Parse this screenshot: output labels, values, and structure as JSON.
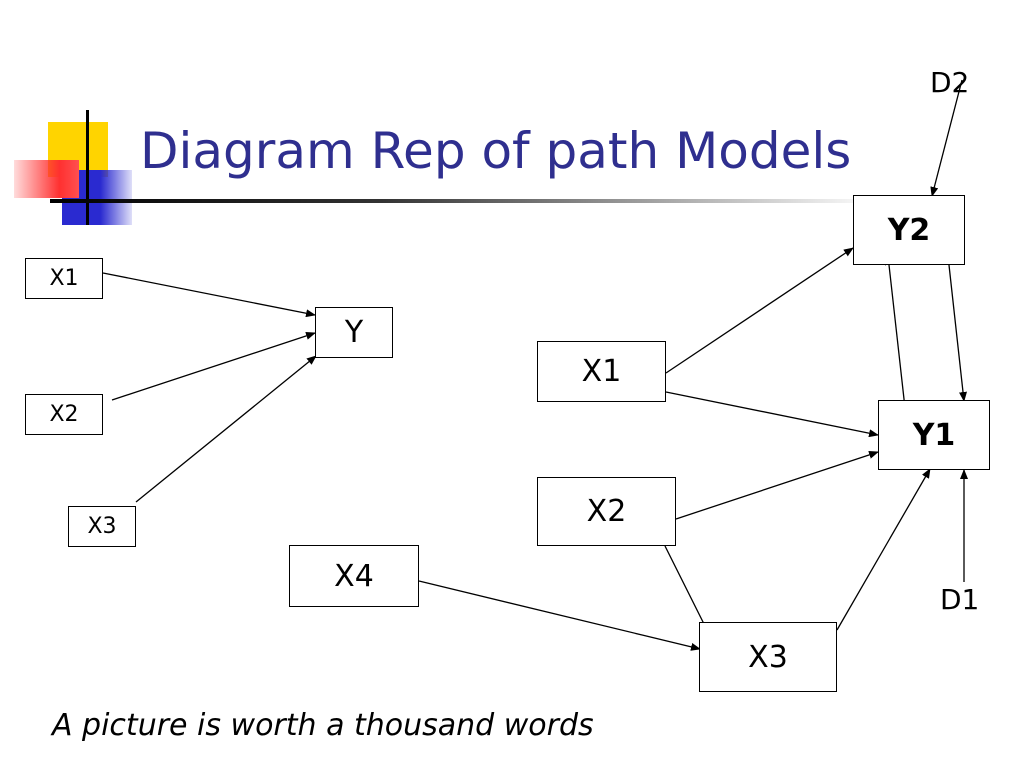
{
  "title": "Diagram Rep of path Models",
  "caption": "A picture is worth a thousand words",
  "title_color": "#2f2f8f",
  "left_model": {
    "nodes": {
      "x1": "X1",
      "x2": "X2",
      "x3": "X3",
      "y": "Y"
    },
    "edges": [
      {
        "from": "X1",
        "to": "Y"
      },
      {
        "from": "X2",
        "to": "Y"
      },
      {
        "from": "X3",
        "to": "Y"
      }
    ]
  },
  "right_model": {
    "nodes": {
      "x1": "X1",
      "x2": "X2",
      "x3": "X3",
      "x4": "X4",
      "y1": "Y1",
      "y2": "Y2",
      "d1": "D1",
      "d2": "D2"
    },
    "edges": [
      {
        "from": "X1",
        "to": "Y2"
      },
      {
        "from": "X1",
        "to": "Y1"
      },
      {
        "from": "X2",
        "to": "Y1"
      },
      {
        "from": "X2",
        "to": "X3"
      },
      {
        "from": "X4",
        "to": "X3"
      },
      {
        "from": "X3",
        "to": "Y1"
      },
      {
        "from": "Y1",
        "to": "Y2"
      },
      {
        "from": "Y2",
        "to": "Y1"
      },
      {
        "from": "D1",
        "to": "Y1"
      },
      {
        "from": "D2",
        "to": "Y2"
      }
    ]
  }
}
